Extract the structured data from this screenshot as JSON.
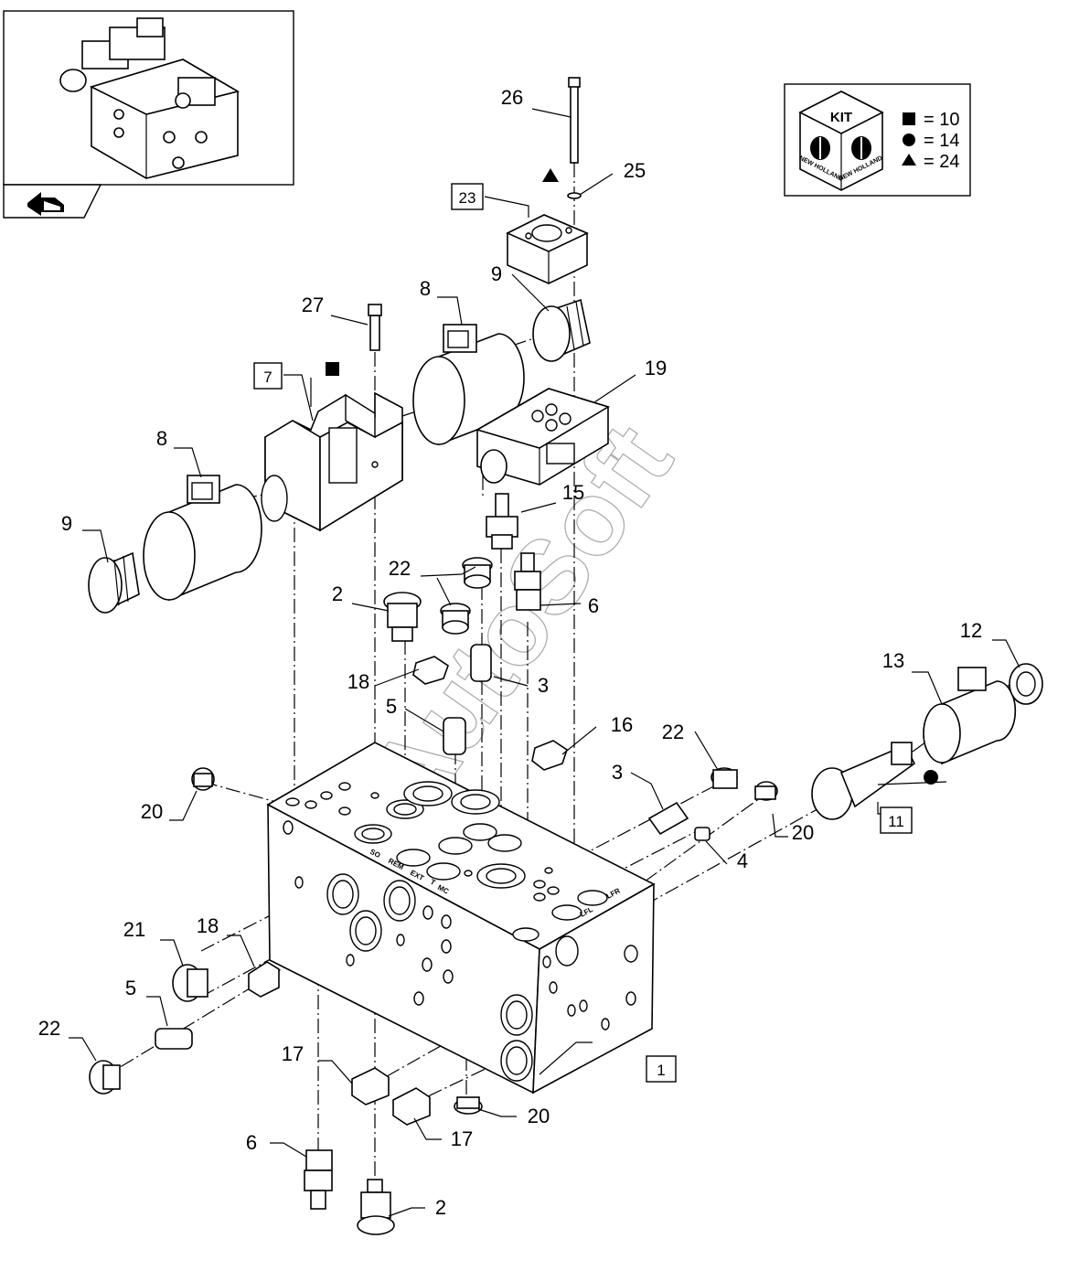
{
  "thumbnail": {
    "nav_icon": "page-back-arrow-icon"
  },
  "kit_legend": {
    "kit_label": "KIT",
    "brand_text_left": "NEW HOLLAND",
    "brand_text_right": "NEW HOLLAND",
    "entries": [
      {
        "symbol": "square",
        "text": "= 10"
      },
      {
        "symbol": "circle",
        "text": "= 14"
      },
      {
        "symbol": "triangle",
        "text": "= 24"
      }
    ]
  },
  "watermark": "AutoSoft",
  "block_markings": [
    "SO",
    "REM",
    "EXT",
    "T",
    "MC",
    "LFR",
    "LFL"
  ],
  "callouts": {
    "c1": "1",
    "c2a": "2",
    "c2b": "2",
    "c3a": "3",
    "c3b": "3",
    "c4": "4",
    "c5a": "5",
    "c5b": "5",
    "c6a": "6",
    "c6b": "6",
    "c7": "7",
    "c8a": "8",
    "c8b": "8",
    "c9a": "9",
    "c9b": "9",
    "c11": "11",
    "c12": "12",
    "c13": "13",
    "c15": "15",
    "c16": "16",
    "c17a": "17",
    "c17b": "17",
    "c18a": "18",
    "c18b": "18",
    "c19": "19",
    "c20a": "20",
    "c20b": "20",
    "c20c": "20",
    "c21": "21",
    "c22a": "22",
    "c22b": "22",
    "c22c": "22",
    "c23": "23",
    "c25": "25",
    "c26": "26",
    "c27": "27"
  }
}
